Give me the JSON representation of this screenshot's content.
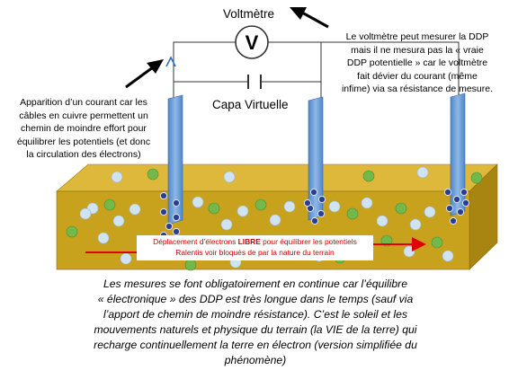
{
  "voltmeter": {
    "label": "Voltmètre",
    "symbol": "V"
  },
  "capacitor_label": "Capa Virtuelle",
  "note_voltmeter": [
    "Le voltmètre peut mesurer la DDP",
    "mais il ne mesura pas la « vraie",
    "DDP potentielle » car le voltmètre",
    "fait dévier du courant (même",
    "infime) via sa résistance de mesure."
  ],
  "note_current": [
    "Apparition d’un courant car les",
    "câbles en cuivre permettent un",
    "chemin de moindre effort pour",
    "équilibrer les potentiels (et donc",
    "la circulation des électrons)"
  ],
  "electron_flow": {
    "line1_prefix": "Déplacement d’électrons ",
    "line1_bold": "LIBRE",
    "line1_suffix": " pour équilibrer les potentiels",
    "line2": "Ralentis voir bloqués de par la nature du terrain"
  },
  "caption": [
    "Les mesures se font obligatoirement en continue car l’équilibre",
    "« électronique » des DDP est très longue dans le temps (sauf via",
    "l’apport de chemin de moindre résistance). C’est le soleil et les",
    "mouvements naturels et physique du terrain (la VIE de la terre) qui",
    "recharge continuellement la terre en électron (version simplifiée du",
    "phénomène)"
  ],
  "colors": {
    "soil": "#c8a21c",
    "soil_top": "#e0c048",
    "soil_side": "#b18a10",
    "electrode": "#6f9fd6",
    "particle_green": "#72b94c",
    "particle_light": "#cfe3f2",
    "electron": "#2a3f8f",
    "arrow_red": "#e00000"
  }
}
